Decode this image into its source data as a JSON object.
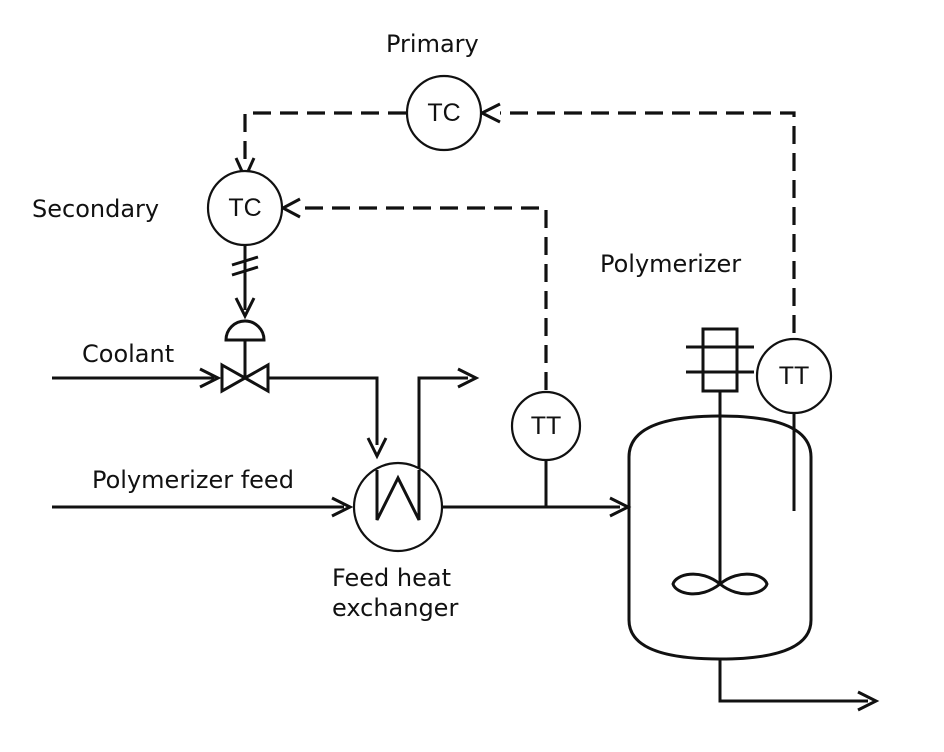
{
  "labels": {
    "primary": "Primary",
    "secondary": "Secondary",
    "polymerizer": "Polymerizer",
    "coolant": "Coolant",
    "polymerizer_feed": "Polymerizer feed",
    "feed_heat_line1": "Feed heat",
    "feed_heat_line2": "exchanger"
  },
  "instruments": {
    "primary_controller": "TC",
    "secondary_controller": "TC",
    "feed_transmitter": "TT",
    "reactor_transmitter": "TT"
  }
}
